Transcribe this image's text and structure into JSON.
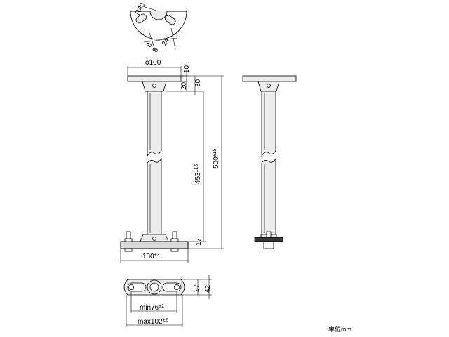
{
  "dimensions": {
    "radius": "R40",
    "dim_8": "8",
    "dim_5": "5",
    "dim_24": "24",
    "diameter": "ϕ100",
    "flange_10": "10",
    "dim_20": "20",
    "dim_30": "30",
    "length_453": "453",
    "tol_453": "±15",
    "length_500": "500",
    "tol_500": "±15",
    "base_17": "17",
    "base_width": "130",
    "tol_130": "±3",
    "height_27": "27",
    "height_42": "42",
    "min_slot": "min76",
    "tol_min": "±2",
    "max_slot": "max102",
    "tol_max": "±2"
  },
  "unit_label": "単位mm"
}
